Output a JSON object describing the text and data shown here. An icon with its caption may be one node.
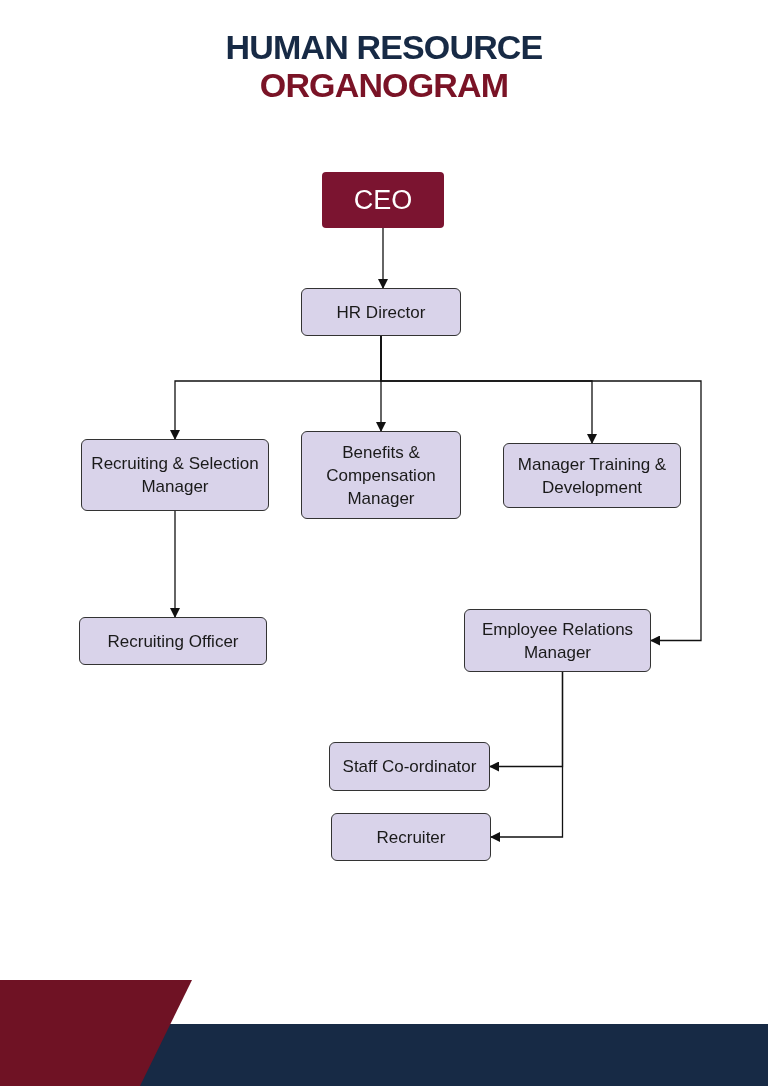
{
  "diagram": {
    "title": "HUMAN RESOURCE ORGANOGRAM",
    "nodes": [
      {
        "text": [
          "CEO"
        ]
      },
      {
        "text": [
          "HR Director"
        ]
      },
      {
        "text": [
          "Recruiting & Selection Manager"
        ]
      },
      {
        "text": [
          "Benefits & Compensation Manager"
        ]
      },
      {
        "text": [
          "Manager Training & Development"
        ]
      },
      {
        "text": [
          "Recruiting Officer"
        ]
      },
      {
        "text": [
          "Employee Relations Manager"
        ]
      },
      {
        "text": [
          "Staff Co-ordinator"
        ]
      },
      {
        "text": [
          "Recruiter"
        ]
      }
    ],
    "edges": [
      {
        "from": 0,
        "to": 1,
        "arrow": "to"
      },
      {
        "from": 1,
        "to": 2,
        "arrow": "to"
      },
      {
        "from": 1,
        "to": 3,
        "arrow": "to"
      },
      {
        "from": 1,
        "to": 4,
        "arrow": "to"
      },
      {
        "from": 1,
        "to": 6,
        "arrow": "to"
      },
      {
        "from": 2,
        "to": 5,
        "arrow": "to"
      },
      {
        "from": 6,
        "to": 7,
        "arrow": "to"
      },
      {
        "from": 6,
        "to": 8,
        "arrow": "to"
      }
    ]
  }
}
